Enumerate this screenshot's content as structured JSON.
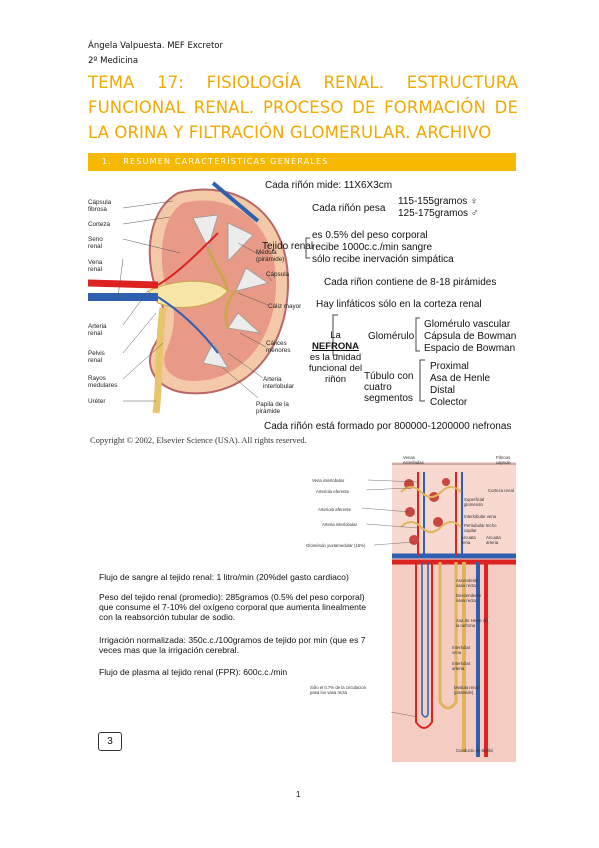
{
  "header": {
    "author": "Ángela Valpuesta. MEF Excretor",
    "course": "2º Medicina"
  },
  "title": "TEMA 17: FISIOLOGÍA RENAL. ESTRUCTURA FUNCIONAL RENAL. PROCESO DE FORMACIÓN DE LA ORINA Y FILTRACIÓN GLOMERULAR. ARCHIVO",
  "section": {
    "number": "1.",
    "label": "RESUMEN CARACTERÍSTICAS GENERALES"
  },
  "kidney_figure": {
    "left_labels": [
      "Cápsula fibrosa",
      "Corteza",
      "Seno renal",
      "Vena renal",
      "Arteria renal",
      "Pelvis renal",
      "Rayos medulares",
      "Uréter"
    ],
    "middle_labels": [
      "Médula (pirámide)",
      "Cápsula",
      "Cáliz mayor",
      "Cálices menores",
      "Arteria interlobular",
      "Papila de la pirámide"
    ],
    "measure": "Cada riñón mide: 11X6X3cm",
    "weight_label": "Cada riñón pesa",
    "weight_f": "115-155gramos ♀",
    "weight_m": "125-175gramos ♂",
    "tissue_label": "Tejido renal",
    "tissue_lines": [
      "es 0.5% del peso corporal",
      "recibe 1000c.c./min sangre",
      "sólo recibe inervación simpática"
    ],
    "pyramids": "Cada riñon contiene de 8-18 pirámides",
    "lymph": "Hay linfáticos sólo en la corteza renal",
    "nephron_pre": "La ",
    "nephron_word": "NEFRONA",
    "nephron_rest": "es la unidad funcional del riñón",
    "glomerulo": "Glomérulo",
    "glomerulo_parts": [
      "Glomérulo vascular",
      "Cápsula de Bowman",
      "Espacio de Bowman"
    ],
    "tubulo": "Túbulo con cuatro segmentos",
    "tubulo_parts": [
      "Proximal",
      "Asa de Henle",
      "Distal",
      "Colector"
    ],
    "nephron_count": "Cada riñón está formado por 800000-1200000 nefronas",
    "copyright": "Copyright © 2002, Elsevier Science (USA). All rights reserved."
  },
  "vessel_figure": {
    "top_labels": [
      "Venas estrelladas",
      "Fibrous capsule"
    ],
    "left_labels": [
      "Vena interlobular",
      "Arteriola eferente",
      "Arteriola aferente",
      "Arteria interlobular",
      "Glomérulo yuxtamedular (15%)"
    ],
    "right_labels": [
      "Corteza renal",
      "Superficial glomerulo",
      "Interlobular vena",
      "Peritubular techo capilar",
      "Arcuata vena",
      "Arcuata arteria",
      "Ascendente vasa recta",
      "Descendente vasa recta",
      "Asa de Henle de la nefrona",
      "Interlobar vena",
      "Interlobar arteria",
      "Medula renal (piramide)",
      "Conducto de Bellini"
    ],
    "note": "Sólo el 0.7% de la circulación pasa los vasa recta"
  },
  "flow_text": [
    "Flujo de sangre al tejido renal: 1 litro/min (20%del gasto cardiaco)",
    "Peso del tejido renal (promedio): 285gramos (0.5% del peso corporal) que consume el 7-10% del oxígeno corporal que aumenta linealmente con la reabsorción tubular de sodio.",
    "Irrigación normalizada: 350c.c./100gramos de tejido por min (que es 7 veces mas que la irrigación cerebral.",
    "Flujo de plasma al tejido renal (FPR): 600c.c./min"
  ],
  "slide_number": "3",
  "page_number": "1",
  "colors": {
    "title": "#f2a900",
    "section_bar": "#f6b800"
  }
}
